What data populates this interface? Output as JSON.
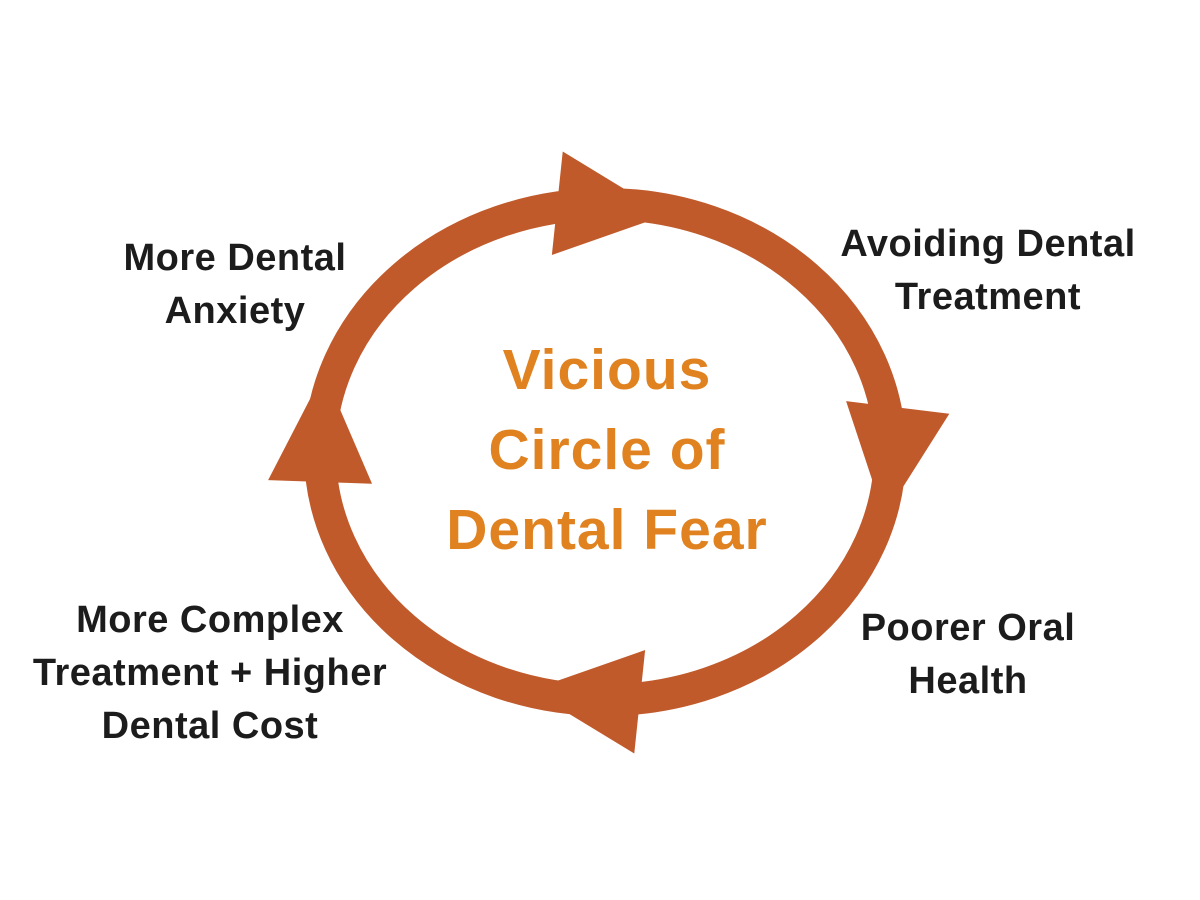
{
  "diagram": {
    "type": "cycle",
    "direction": "clockwise",
    "arrow_count": 4,
    "title": {
      "text": "Vicious Circle of Dental Fear",
      "lines": [
        "Vicious",
        "Circle of",
        "Dental Fear"
      ],
      "color": "#E08220"
    },
    "nodes": [
      {
        "id": "more-dental-anxiety",
        "text": "More Dental Anxiety",
        "lines": [
          "More Dental",
          "Anxiety"
        ],
        "position": "top-left"
      },
      {
        "id": "avoiding-dental-treatment",
        "text": "Avoiding Dental Treatment",
        "lines": [
          "Avoiding Dental",
          "Treatment"
        ],
        "position": "top-right"
      },
      {
        "id": "poorer-oral-health",
        "text": "Poorer Oral Health",
        "lines": [
          "Poorer Oral",
          "Health"
        ],
        "position": "bottom-right"
      },
      {
        "id": "more-complex-treatment-higher-dental-cost",
        "text": "More Complex Treatment + Higher Dental Cost",
        "lines": [
          "More Complex",
          "Treatment + Higher",
          "Dental Cost"
        ],
        "position": "bottom-left"
      }
    ],
    "colors": {
      "ring": "#C15A2B",
      "text": "#1C1C1C",
      "background": "#FFFFFF"
    }
  }
}
